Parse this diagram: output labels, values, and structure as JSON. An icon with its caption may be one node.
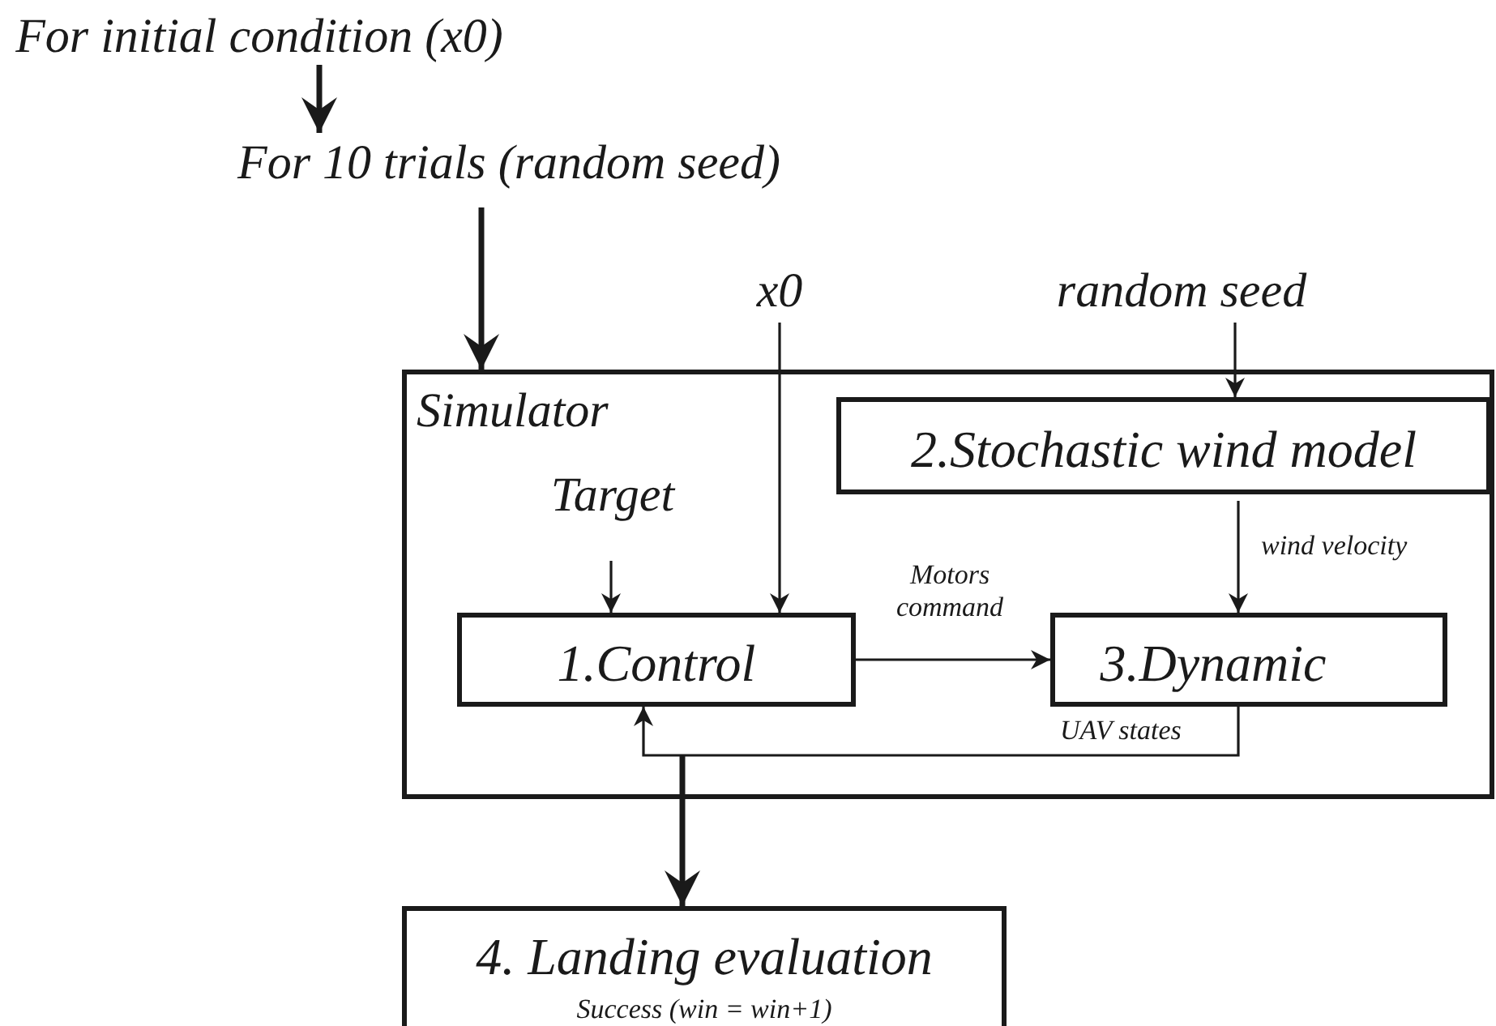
{
  "diagram": {
    "nodes": [
      {
        "text": [
          "For initial condition (x0)"
        ]
      },
      {
        "text": [
          "For 10 trials (random seed)"
        ]
      },
      {
        "text": [
          "x0"
        ]
      },
      {
        "text": [
          "random seed"
        ]
      },
      {
        "text": [
          "Simulator"
        ]
      },
      {
        "text": [
          "Target"
        ],
        "in": 4
      },
      {
        "text": [
          "2.Stochastic wind model"
        ],
        "in": 4
      },
      {
        "text": [
          "1.Control"
        ],
        "in": 4
      },
      {
        "text": [
          "3.Dynamic"
        ],
        "in": 4
      },
      {
        "text": [
          "4. Landing evaluation",
          "Success (win = win+1)"
        ]
      }
    ],
    "edges": [
      {
        "from": 0,
        "to": 1,
        "arrow": "to",
        "style": "thick"
      },
      {
        "from": 1,
        "to": 4,
        "arrow": "to",
        "style": "thick"
      },
      {
        "from": 2,
        "to": 7,
        "arrow": "to"
      },
      {
        "from": 3,
        "to": 6,
        "arrow": "to"
      },
      {
        "from": 5,
        "to": 7,
        "arrow": "to"
      },
      {
        "from": 6,
        "to": 8,
        "label": "wind velocity",
        "arrow": "to"
      },
      {
        "from": 7,
        "to": 8,
        "label": "Motors command",
        "arrow": "to"
      },
      {
        "from": 8,
        "to": 7,
        "label": "UAV states",
        "arrow": "to"
      },
      {
        "from": 4,
        "to": 9,
        "arrow": "to",
        "style": "thick"
      }
    ]
  }
}
